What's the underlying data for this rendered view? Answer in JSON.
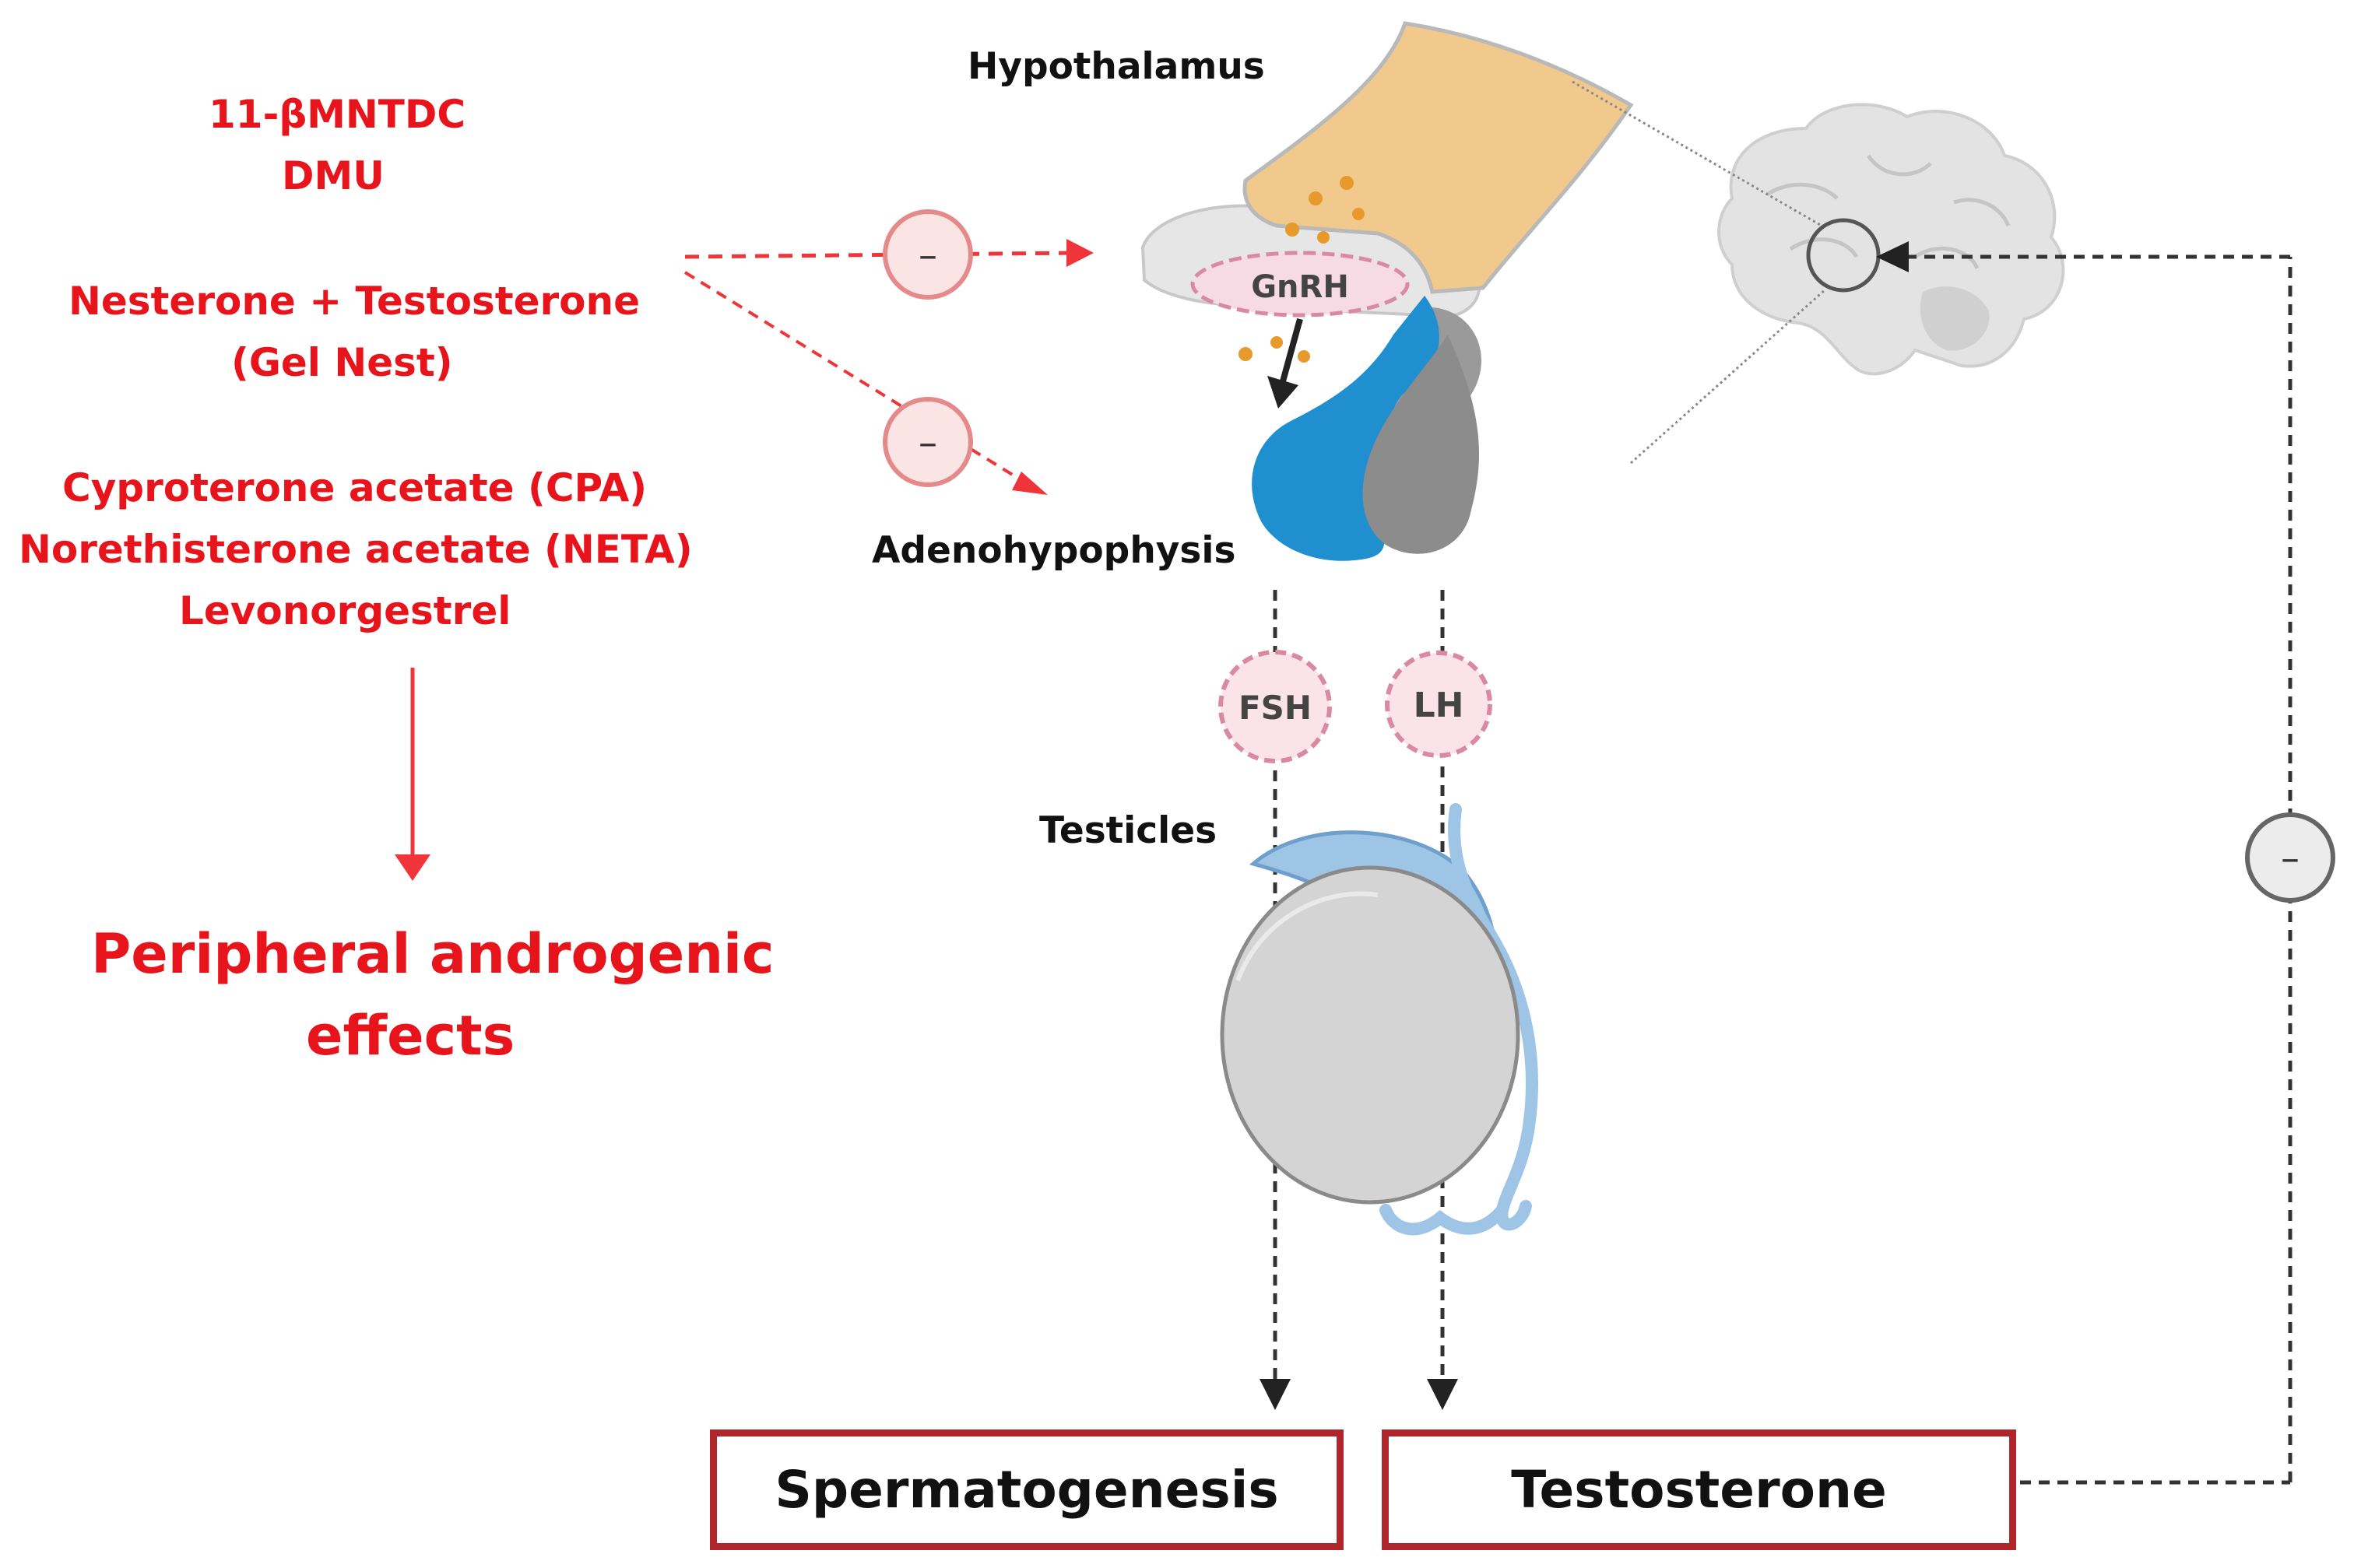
{
  "drugs": {
    "group1": [
      "11-βMNTDC",
      "DMU"
    ],
    "group2": [
      "Nesterone + Testosterone",
      "(Gel Nest)"
    ],
    "group3": [
      "Cyproterone acetate (CPA)",
      "Norethisterone acetate (NETA)",
      "Levonorgestrel"
    ]
  },
  "effect": [
    "Peripheral androgenic",
    "effects"
  ],
  "anatomy": {
    "hypothalamus": "Hypothalamus",
    "adenohypophysis": "Adenohypophysis",
    "testicles": "Testicles"
  },
  "hormones": {
    "gnrh": "GnRH",
    "fsh": "FSH",
    "lh": "LH"
  },
  "inhibition_symbol": "–",
  "outputs": {
    "spermatogenesis": "Spermatogenesis",
    "testosterone": "Testosterone"
  },
  "colors": {
    "drug_text": "#e8141b",
    "output_border": "#b0262b",
    "hypothalamus_fill": "#f1c98c",
    "pituitary_anterior": "#1f8fd0",
    "pituitary_posterior": "#9a9a9a",
    "hormone_circle": "#fbe3ea",
    "hormone_border": "#d98aa2",
    "testis_fill": "#d4d4d4",
    "epididymis_fill": "#9fc5e6"
  }
}
